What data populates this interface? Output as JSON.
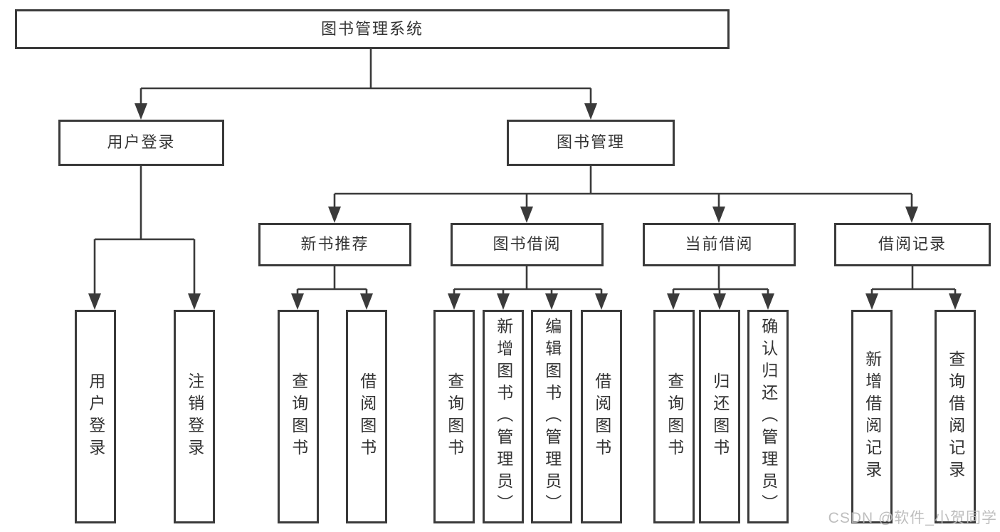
{
  "diagram": {
    "watermark": "CSDN @软件_小贺同学",
    "colors": {
      "line": "#3a3a3a",
      "box_border": "#3a3a3a",
      "text": "#333333",
      "background": "#ffffff",
      "watermark": "#b9b9b9"
    },
    "nodes": {
      "root": {
        "label": "图书管理系统"
      },
      "user_login": {
        "label": "用户登录"
      },
      "book_mgmt": {
        "label": "图书管理"
      },
      "new_book_rec": {
        "label": "新书推荐"
      },
      "book_borrow": {
        "label": "图书借阅"
      },
      "current_borrow": {
        "label": "当前借阅"
      },
      "borrow_records": {
        "label": "借阅记录"
      },
      "leaf_user_login": {
        "label": "用户登录"
      },
      "leaf_logout": {
        "label": "注销登录"
      },
      "leaf_rec_query_books": {
        "label": "查询图书"
      },
      "leaf_rec_borrow_books": {
        "label": "借阅图书"
      },
      "leaf_bb_query_books": {
        "label": "查询图书"
      },
      "leaf_bb_add_books": {
        "label": "新增图书（管理员）"
      },
      "leaf_bb_edit_books": {
        "label": "编辑图书（管理员）"
      },
      "leaf_bb_borrow_books": {
        "label": "借阅图书"
      },
      "leaf_cb_query_books": {
        "label": "查询图书"
      },
      "leaf_cb_return_books": {
        "label": "归还图书"
      },
      "leaf_cb_confirm_return": {
        "label": "确认归还（管理员）"
      },
      "leaf_br_add_record": {
        "label": "新增借阅记录"
      },
      "leaf_br_query_record": {
        "label": "查询借阅记录"
      }
    },
    "hierarchy": {
      "图书管理系统": {
        "用户登录": [
          "用户登录",
          "注销登录"
        ],
        "图书管理": {
          "新书推荐": [
            "查询图书",
            "借阅图书"
          ],
          "图书借阅": [
            "查询图书",
            "新增图书（管理员）",
            "编辑图书（管理员）",
            "借阅图书"
          ],
          "当前借阅": [
            "查询图书",
            "归还图书",
            "确认归还（管理员）"
          ],
          "借阅记录": [
            "新增借阅记录",
            "查询借阅记录"
          ]
        }
      }
    }
  }
}
